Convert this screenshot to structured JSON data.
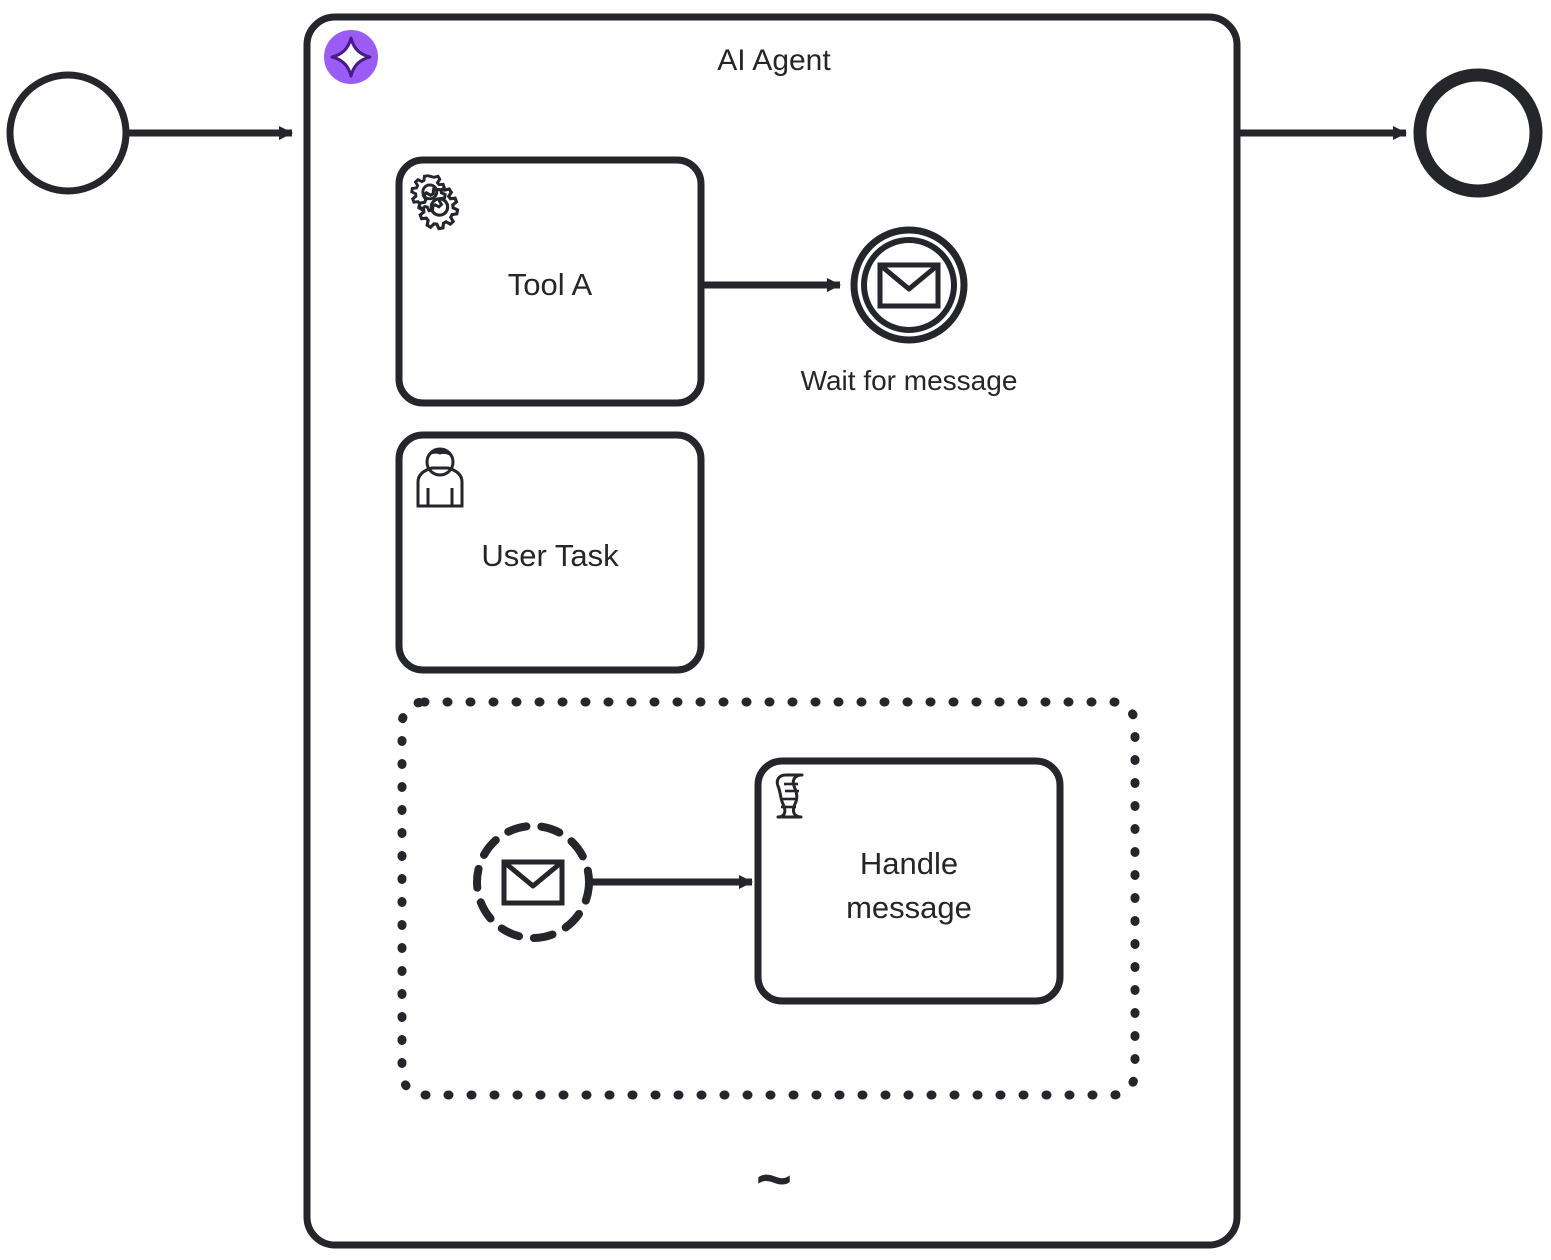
{
  "diagram": {
    "type": "bpmn-process",
    "notation": "BPMN 2.0",
    "colors": {
      "stroke": "#25262b",
      "background": "#ffffff",
      "agent_badge": "#9b5cf6",
      "agent_badge_star": "#ffffff"
    },
    "start_event": {
      "name": "start-event",
      "kind": "none-start-event",
      "label": ""
    },
    "end_event": {
      "name": "end-event",
      "kind": "none-end-event",
      "label": ""
    },
    "agent": {
      "title": "AI Agent",
      "badge_icon": "sparkle-icon",
      "marker": "~",
      "marker_name": "ad-hoc-subprocess-marker",
      "children": [
        {
          "id": "tool-a",
          "label": "Tool A",
          "kind": "service-task",
          "icon": "gear-icon"
        },
        {
          "id": "wait-for-message",
          "label": "Wait for message",
          "kind": "intermediate-message-catch-event",
          "icon": "envelope-icon"
        },
        {
          "id": "user-task",
          "label": "User Task",
          "kind": "user-task",
          "icon": "user-icon"
        }
      ],
      "event_subprocess": {
        "id": "message-event-subprocess",
        "label": "",
        "border": "dotted",
        "start_event": {
          "id": "message-start-event",
          "label": "",
          "kind": "non-interrupting-message-start-event",
          "icon": "envelope-icon"
        },
        "task": {
          "id": "handle-message",
          "label_line_1": "Handle",
          "label_line_2": "message",
          "kind": "script-task",
          "icon": "script-icon"
        }
      }
    },
    "connections": [
      {
        "id": "flow-start-to-agent",
        "from": "start-event",
        "to": "ai-agent"
      },
      {
        "id": "flow-agent-to-end",
        "from": "ai-agent",
        "to": "end-event"
      },
      {
        "id": "flow-tool-a-to-wait",
        "from": "tool-a",
        "to": "wait-for-message"
      },
      {
        "id": "flow-msg-start-to-handle",
        "from": "message-start-event",
        "to": "handle-message"
      }
    ]
  }
}
